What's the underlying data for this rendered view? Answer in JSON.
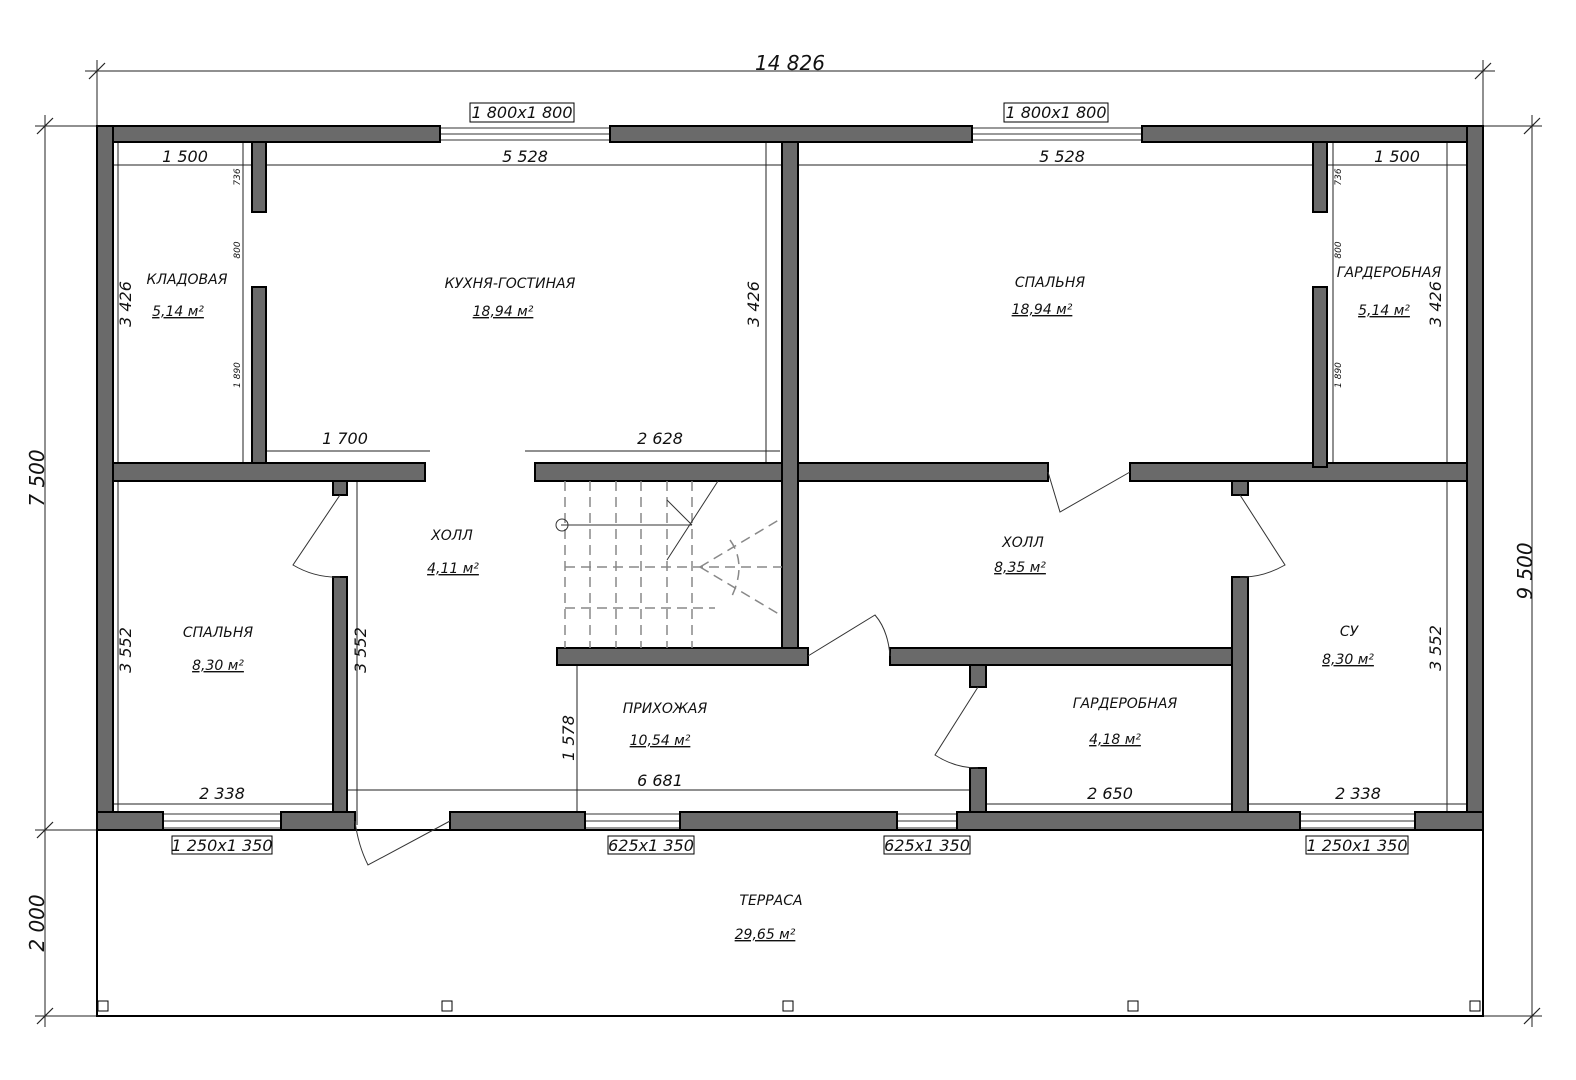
{
  "overall": {
    "width": "14 826",
    "height_house": "7 500",
    "height_terrace": "2 000",
    "height_total": "9 500"
  },
  "windows": {
    "top_left": "1 800x1 800",
    "top_right": "1 800x1 800",
    "bottom_1": "1 250x1 350",
    "bottom_2": "625x1 350",
    "bottom_3": "625x1 350",
    "bottom_4": "1 250x1 350"
  },
  "rooms": [
    {
      "name": "КЛАДОВАЯ",
      "area": "5,14 м²"
    },
    {
      "name": "КУХНЯ-ГОСТИНАЯ",
      "area": "18,94 м²"
    },
    {
      "name": "СПАЛЬНЯ",
      "area": "18,94 м²"
    },
    {
      "name": "ГАРДЕРОБНАЯ",
      "area": "5,14 м²"
    },
    {
      "name": "ХОЛЛ",
      "area": "4,11 м²"
    },
    {
      "name": "ХОЛЛ",
      "area": "8,35 м²"
    },
    {
      "name": "СПАЛЬНЯ",
      "area": "8,30 м²"
    },
    {
      "name": "СУ",
      "area": "8,30 м²"
    },
    {
      "name": "ПРИХОЖАЯ",
      "area": "10,54 м²"
    },
    {
      "name": "ГАРДЕРОБНАЯ",
      "area": "4,18 м²"
    },
    {
      "name": "ТЕРРАСА",
      "area": "29,65 м²"
    }
  ],
  "dims": {
    "d1500a": "1 500",
    "d5528a": "5 528",
    "d5528b": "5 528",
    "d1500b": "1 500",
    "d3426a": "3 426",
    "d3426b": "3 426",
    "d3426c": "3 426",
    "d736a": "736",
    "d800a": "800",
    "d1890a": "1 890",
    "d736b": "736",
    "d800b": "800",
    "d1890b": "1 890",
    "d1700": "1 700",
    "d2628": "2 628",
    "d3552a": "3 552",
    "d3552b": "3 552",
    "d3552c": "3 552",
    "d1578": "1 578",
    "d6681": "6 681",
    "d2338a": "2 338",
    "d2650": "2 650",
    "d2338b": "2 338"
  }
}
